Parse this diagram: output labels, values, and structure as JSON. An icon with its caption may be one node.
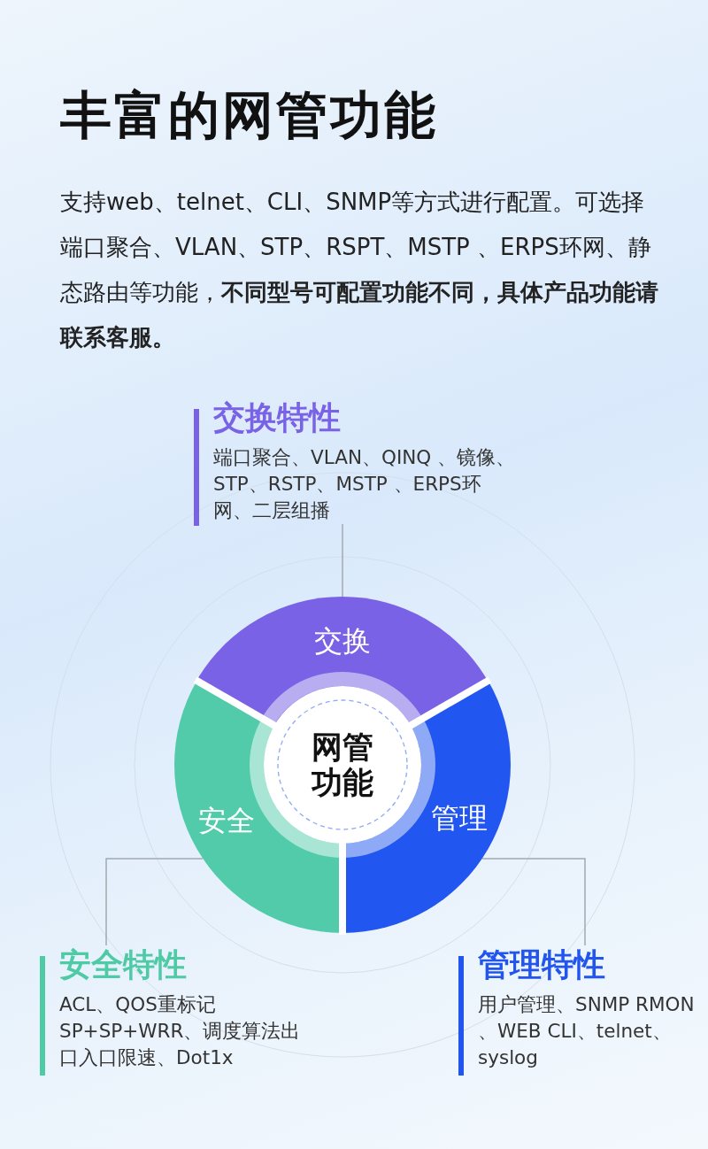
{
  "diagram": {
    "title": "丰富的网管功能",
    "nodes": [
      {
        "text": [
          "交换特性",
          "端口聚合、VLAN、QINQ 、镜像、STP、RSTP、MSTP 、ERPS环网、二层组播"
        ]
      },
      {
        "text": [
          "交换"
        ]
      },
      {
        "text": [
          "网管功能"
        ]
      },
      {
        "text": [
          "安全"
        ]
      },
      {
        "text": [
          "管理"
        ]
      },
      {
        "text": [
          "安全特性",
          "ACL、QOS重标记SP+SP+WRR、调度算法出口入口限速、Dot1x"
        ]
      },
      {
        "text": [
          "管理特性",
          "用户管理、SNMP RMON 、WEB CLI、telnet、syslog"
        ]
      }
    ],
    "edges": [
      {
        "from": 0,
        "to": 1,
        "arrow": "none"
      },
      {
        "from": 5,
        "to": 3,
        "arrow": "none"
      },
      {
        "from": 6,
        "to": 4,
        "arrow": "none"
      }
    ],
    "labels": [
      "支持web、telnet、CLI、SNMP等方式进行配置。可选择端口聚合、VLAN、STP、RSPT、MSTP 、ERPS环网、静态路由等功能，**不同型号可配置功能不同，具体产品功能请联系客服。**"
    ]
  }
}
